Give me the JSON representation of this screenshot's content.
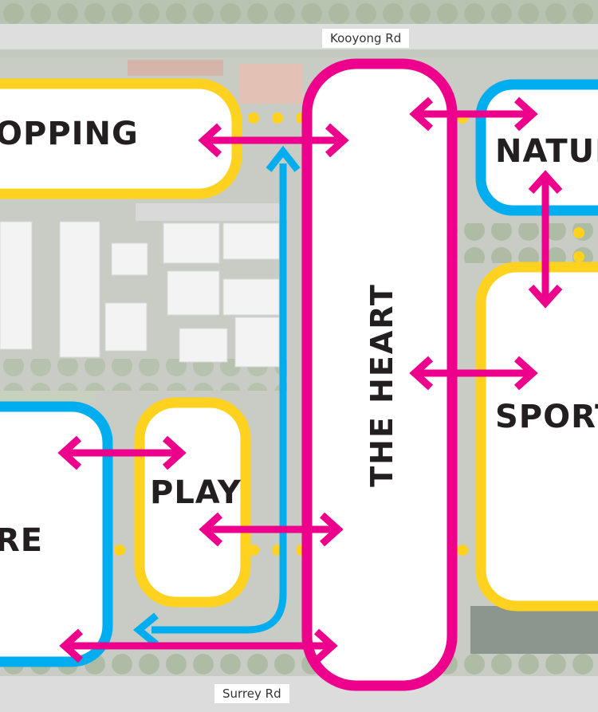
{
  "map": {
    "roads": {
      "north": "Kooyong Rd",
      "south": "Surrey Rd"
    },
    "zones": {
      "shopping": "OPPING",
      "nature": "NATUR",
      "heart": "THE HEART",
      "play": "PLAY",
      "sport": "SPORT",
      "leisure": "RE"
    },
    "colors": {
      "yellow": "#ffd21f",
      "cyan": "#00aeef",
      "magenta": "#ec008c",
      "text": "#231f20",
      "panel": "#ffffff"
    },
    "icons": [
      "two-way-arrow-icon",
      "one-way-arrow-icon",
      "dotted-path-icon"
    ]
  }
}
